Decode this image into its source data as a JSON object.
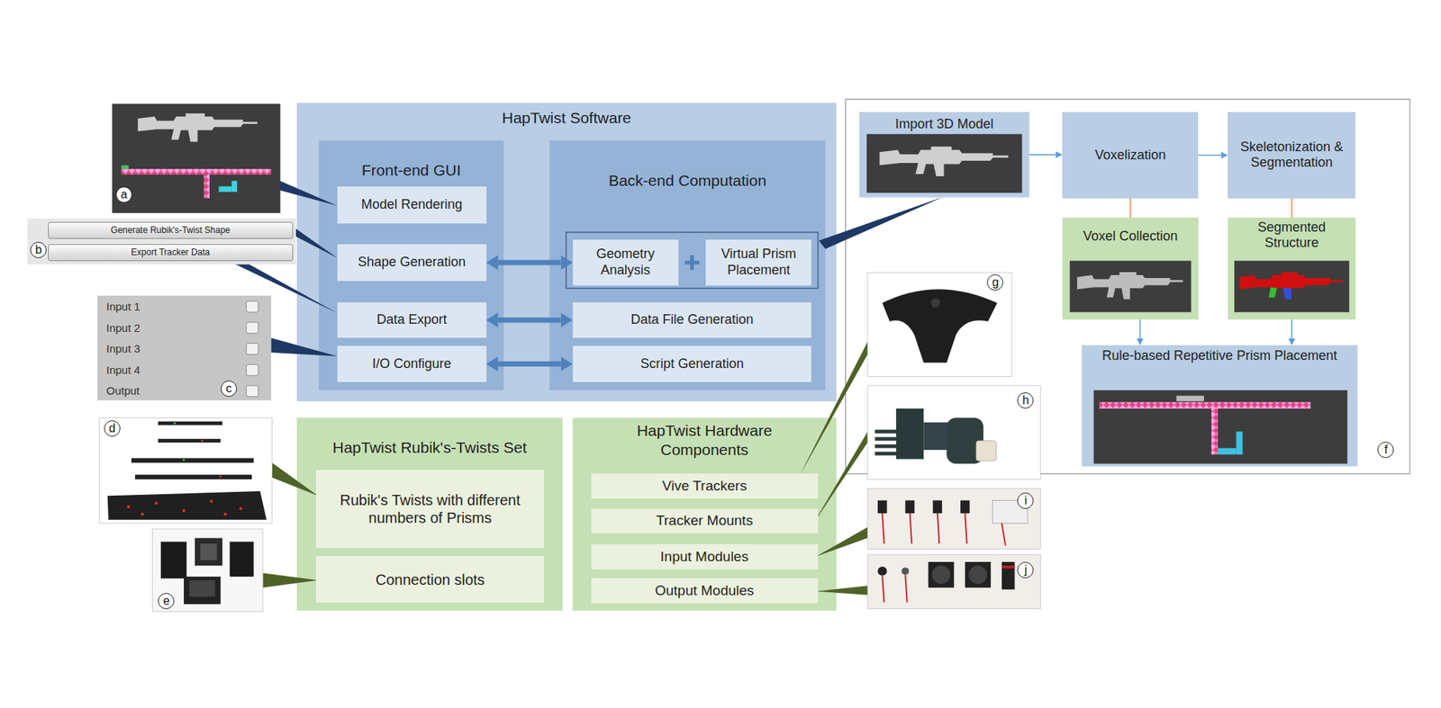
{
  "diagram": {
    "nodes": [
      {
        "text": [
          "HapTwist Software"
        ]
      },
      {
        "text": [
          "Front-end GUI"
        ],
        "in": 0
      },
      {
        "text": [
          "Model Rendering"
        ],
        "in": 1
      },
      {
        "text": [
          "Shape Generation"
        ],
        "in": 1
      },
      {
        "text": [
          "Data Export"
        ],
        "in": 1
      },
      {
        "text": [
          "I/O Configure"
        ],
        "in": 1
      },
      {
        "text": [
          "Back-end Computation"
        ],
        "in": 0
      },
      {
        "text": [
          "Geometry Analysis"
        ],
        "in": 6
      },
      {
        "text": [
          "Virtual Prism Placement"
        ],
        "in": 6
      },
      {
        "text": [
          "Data File Generation"
        ],
        "in": 6
      },
      {
        "text": [
          "Script Generation"
        ],
        "in": 6
      },
      {
        "text": [
          "Import 3D Model"
        ]
      },
      {
        "text": [
          "Voxelization"
        ]
      },
      {
        "text": [
          "Skeletonization & Segmentation"
        ]
      },
      {
        "text": [
          "Voxel Collection"
        ]
      },
      {
        "text": [
          "Segmented Structure"
        ]
      },
      {
        "text": [
          "Rule-based Repetitive Prism Placement"
        ]
      },
      {
        "text": [
          "Generate Rubik's-Twist Shape"
        ]
      },
      {
        "text": [
          "Export Tracker Data"
        ]
      },
      {
        "text": [
          "Input 1",
          "Input 2",
          "Input 3",
          "Input 4",
          "Output"
        ]
      },
      {
        "text": [
          "HapTwist Rubik's-Twists Set"
        ]
      },
      {
        "text": [
          "Rubik's Twists with different numbers of Prisms"
        ],
        "in": 20
      },
      {
        "text": [
          "Connection slots"
        ],
        "in": 20
      },
      {
        "text": [
          "HapTwist Hardware Components"
        ]
      },
      {
        "text": [
          "Vive Trackers"
        ],
        "in": 23
      },
      {
        "text": [
          "Tracker Mounts"
        ],
        "in": 23
      },
      {
        "text": [
          "Input Modules"
        ],
        "in": 23
      },
      {
        "text": [
          "Output Modules"
        ],
        "in": 23
      }
    ],
    "edges": [
      {
        "from": 3,
        "to": 7,
        "arrow": "both"
      },
      {
        "from": 4,
        "to": 9,
        "arrow": "both"
      },
      {
        "from": 5,
        "to": 10,
        "arrow": "both"
      },
      {
        "from": 11,
        "to": 12,
        "arrow": "to"
      },
      {
        "from": 12,
        "to": 13,
        "arrow": "to"
      },
      {
        "from": 12,
        "to": 14,
        "arrow": "none"
      },
      {
        "from": 13,
        "to": 15,
        "arrow": "none"
      },
      {
        "from": 14,
        "to": 16,
        "arrow": "to"
      },
      {
        "from": 15,
        "to": 16,
        "arrow": "to"
      }
    ],
    "labels": [
      "a",
      "b",
      "c",
      "d",
      "e",
      "f",
      "g",
      "h",
      "i",
      "j"
    ]
  }
}
